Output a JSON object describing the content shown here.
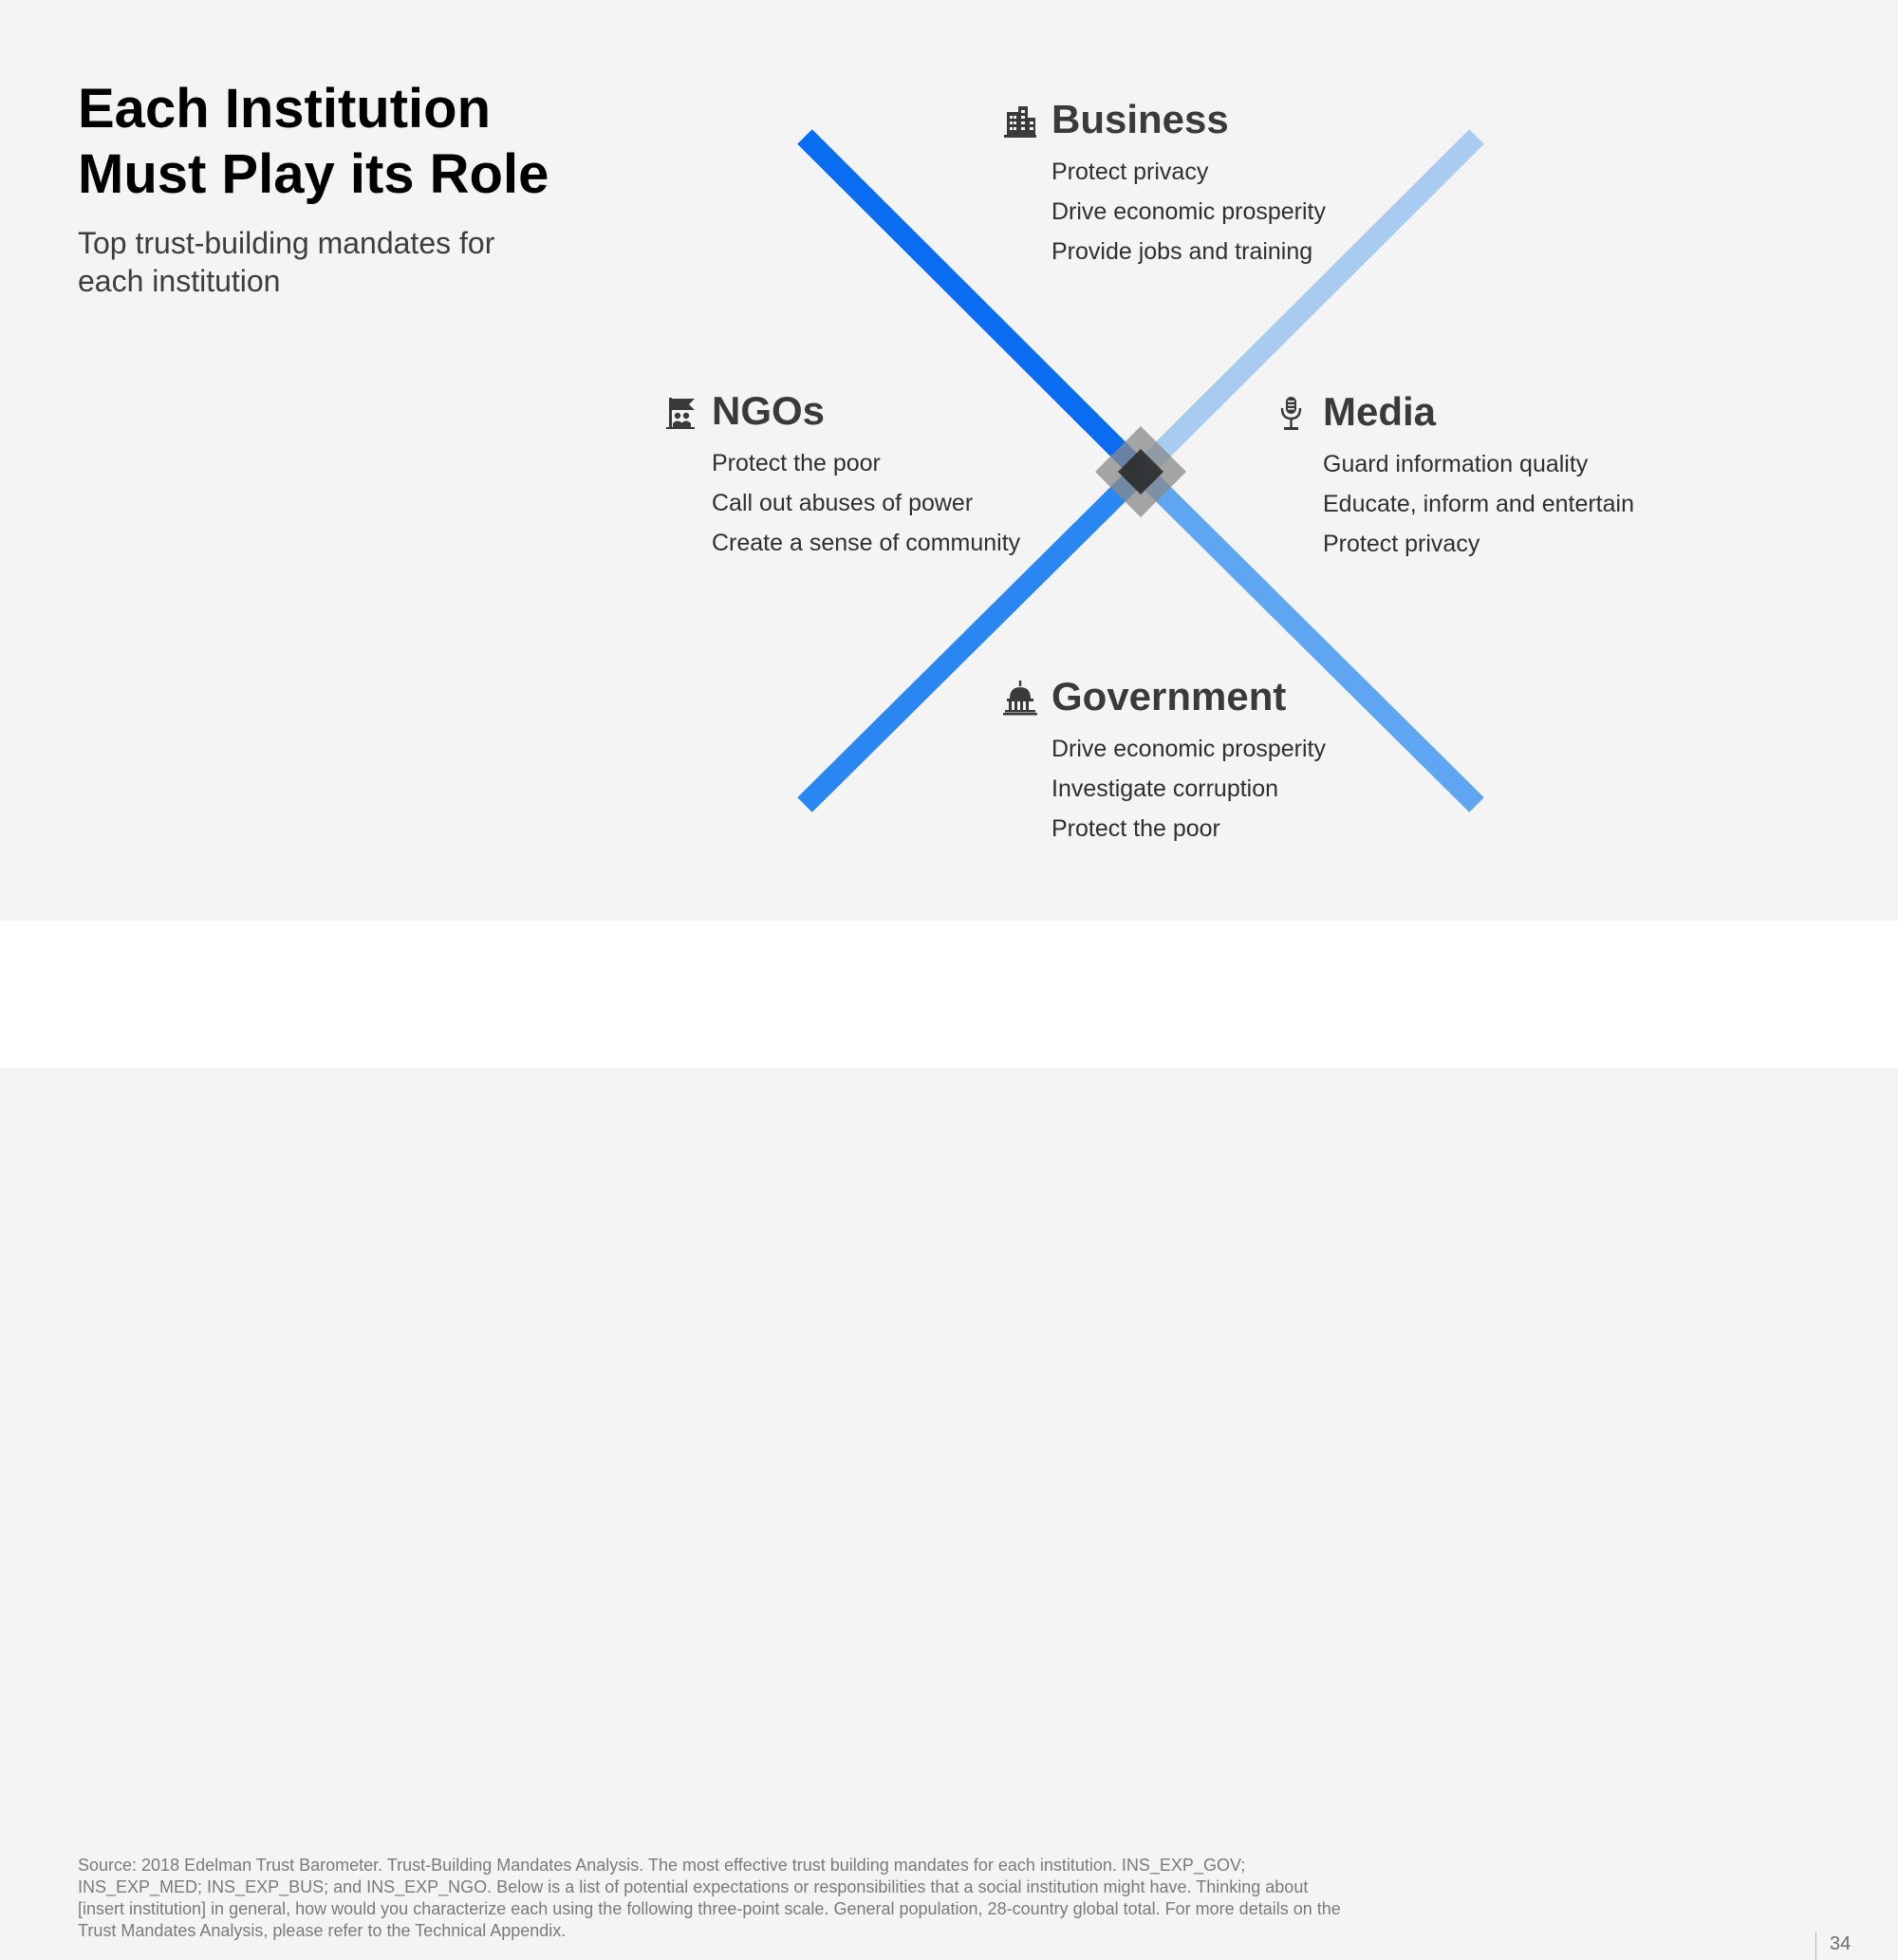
{
  "slide": {
    "title": "Each Institution Must Play its Role",
    "subtitle": "Top trust-building mandates for each institution"
  },
  "institutions": {
    "business": {
      "title": "Business",
      "icon": "building-icon",
      "mandates": [
        "Protect privacy",
        "Drive economic prosperity",
        "Provide jobs and training"
      ]
    },
    "ngos": {
      "title": "NGOs",
      "icon": "protest-flag-icon",
      "mandates": [
        "Protect the poor",
        "Call out abuses of power",
        "Create a sense of community"
      ]
    },
    "media": {
      "title": "Media",
      "icon": "microphone-icon",
      "mandates": [
        "Guard information quality",
        "Educate, inform and entertain",
        "Protect privacy"
      ]
    },
    "government": {
      "title": "Government",
      "icon": "capitol-dome-icon",
      "mandates": [
        "Drive economic prosperity",
        "Investigate corruption",
        "Protect the poor"
      ]
    }
  },
  "colors": {
    "business_ray": "#0a6cf0",
    "media_ray": "#a9cbf2",
    "ngo_ray": "#2a86f0",
    "government_ray": "#5ea5f2",
    "center_diamond": "#555555",
    "icon": "#3a3a3a"
  },
  "footer": {
    "source": "Source: 2018 Edelman Trust Barometer. Trust-Building Mandates Analysis. The most effective trust building mandates for each institution. INS_EXP_GOV; INS_EXP_MED; INS_EXP_BUS; and INS_EXP_NGO. Below is a list of potential expectations or responsibilities that a social institution might have. Thinking about [insert institution] in general, how would you characterize each using the following three-point scale. General population, 28-country global total. For more details on the Trust Mandates Analysis, please refer to the Technical Appendix.",
    "page_number": "34"
  }
}
